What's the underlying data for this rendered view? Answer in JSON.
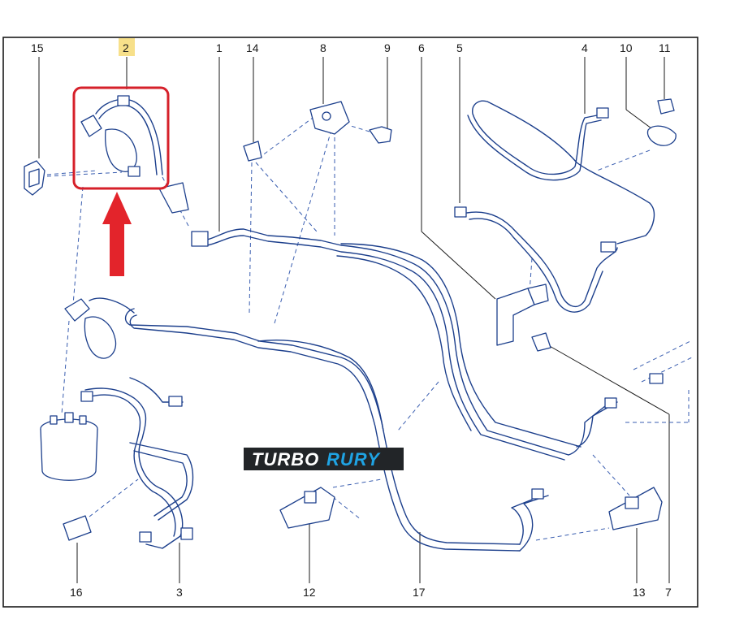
{
  "callouts": {
    "c1": "1",
    "c2": "2",
    "c3": "3",
    "c4": "4",
    "c5": "5",
    "c6": "6",
    "c7": "7",
    "c8": "8",
    "c9": "9",
    "c10": "10",
    "c11": "11",
    "c12": "12",
    "c13": "13",
    "c14": "14",
    "c15": "15",
    "c16": "16",
    "c17": "17"
  },
  "logo": {
    "part1": "TURBO",
    "part2": "RURY"
  },
  "colors": {
    "line": "#1c3f8c",
    "highlight_box": "#d6202a",
    "arrow": "#e3242b",
    "callout_highlight": "#f7e08a",
    "logo_accent": "#1fa3e3",
    "logo_white": "#ffffff"
  }
}
